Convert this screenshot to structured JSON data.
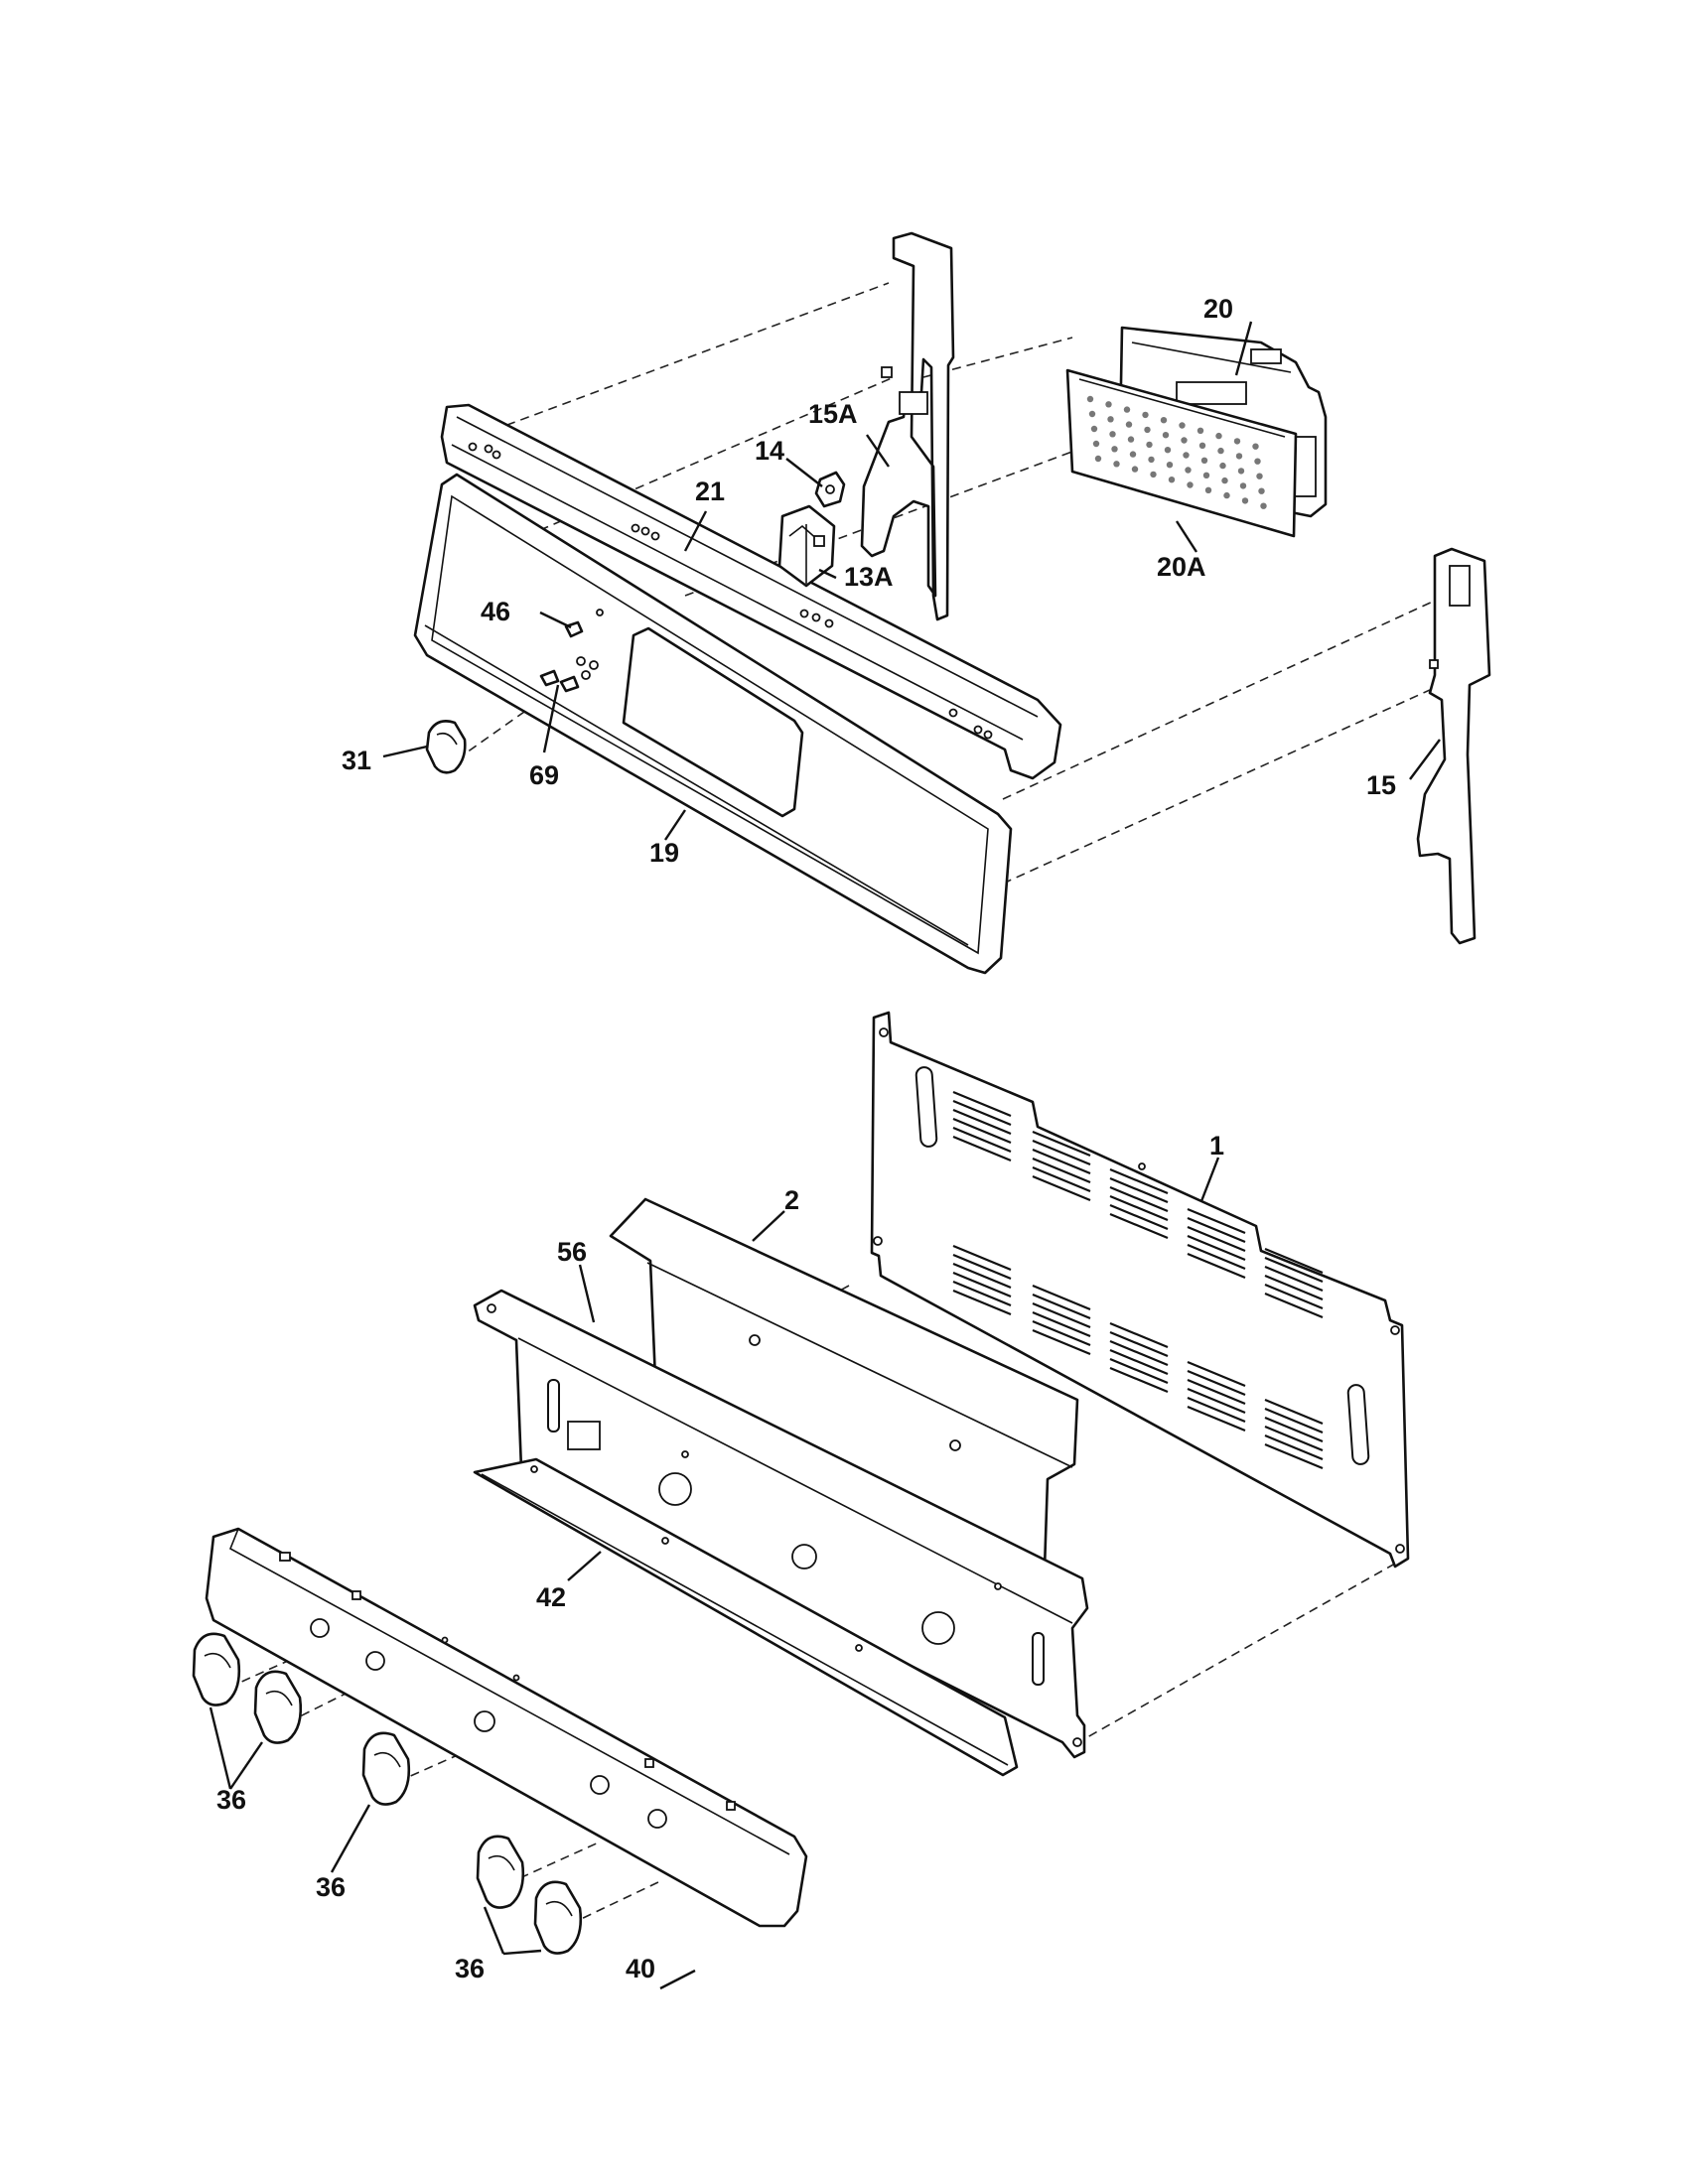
{
  "callouts": {
    "c1": "1",
    "c2": "2",
    "c13a": "13A",
    "c14": "14",
    "c15": "15",
    "c15a": "15A",
    "c19": "19",
    "c20": "20",
    "c20a": "20A",
    "c21": "21",
    "c31": "31",
    "c36a": "36",
    "c36b": "36",
    "c36c": "36",
    "c40": "40",
    "c42": "42",
    "c46": "46",
    "c56": "56",
    "c69": "69"
  }
}
